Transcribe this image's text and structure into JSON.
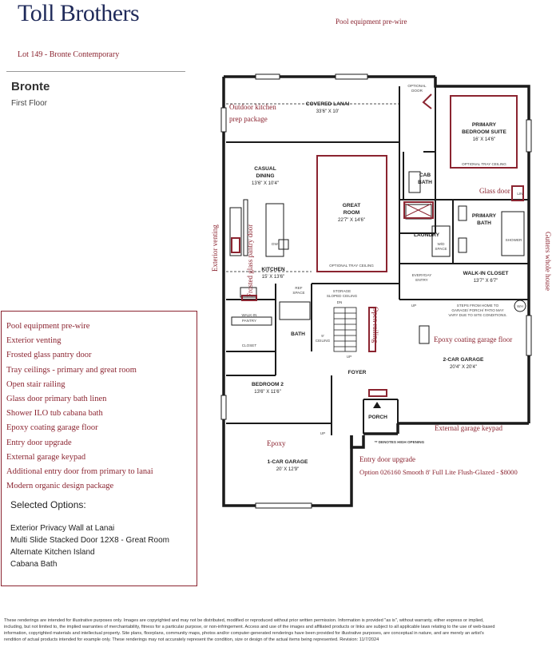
{
  "header": {
    "logo": "Toll Brothers",
    "lot": "Lot 149 - Bronte Contemporary",
    "top_note": "Pool equipment pre-wire",
    "plan_name": "Bronte",
    "floor": "First Floor"
  },
  "options_box": {
    "handwritten_items": [
      "Pool equipment pre-wire",
      "Exterior venting",
      "Frosted glass pantry door",
      "Tray ceilings - primary and great room",
      "Open stair railing",
      "Glass door primary bath linen",
      "Shower ILO tub cabana bath",
      "Epoxy coating garage floor",
      "Entry door upgrade",
      "External garage keypad",
      "Additional entry door from primary to lanai",
      "Modern organic design package"
    ],
    "selected_title": "Selected Options:",
    "selected_items": [
      "Exterior Privacy Wall at Lanai",
      "Multi Slide Stacked Door 12X8 - Great Room",
      "Alternate Kitchen Island",
      "Cabana Bath"
    ]
  },
  "rooms": {
    "covered_lanai": {
      "name": "COVERED LANAI",
      "dim": "33'6\" X 10'"
    },
    "optional_door": {
      "line1": "OPTIONAL",
      "line2": "DOOR"
    },
    "primary_suite": {
      "line1": "PRIMARY",
      "line2": "BEDROOM SUITE",
      "dim": "16' X 14'6\"",
      "ceiling": "OPTIONAL TRAY CEILING"
    },
    "casual_dining": {
      "line1": "CASUAL",
      "line2": "DINING",
      "dim": "13'6\" X 10'4\""
    },
    "great_room": {
      "line1": "GREAT",
      "line2": "ROOM",
      "dim": "22'7\" X 14'6\"",
      "ceiling": "OPTIONAL TRAY CEILING"
    },
    "cab_bath": {
      "line1": "CAB",
      "line2": "BATH"
    },
    "primary_bath": {
      "line1": "PRIMARY",
      "line2": "BATH"
    },
    "laundry": {
      "name": "LAUNDRY",
      "ws": "W/D",
      "space": "SPACE"
    },
    "shower": "SHOWER",
    "linen": "LIN",
    "kitchen": {
      "name": "KITCHEN",
      "dim": "15' X 13'6\""
    },
    "dw": "DW",
    "ref_space": {
      "line1": "REF",
      "line2": "SPACE"
    },
    "storage": {
      "line1": "STORAGE",
      "line2": "SLOPED CEILING"
    },
    "everyday_entry": {
      "line1": "EVERYDAY",
      "line2": "ENTRY"
    },
    "walkin_closet": {
      "name": "WALK-IN CLOSET",
      "dim": "13'7\" X 6'7\""
    },
    "wh": "WH",
    "steps_note": [
      "STEPS FROM HOME TO",
      "GARAGE/ PORCH/ PATIO MAY",
      "VARY DUE TO SITE CONDITIONS."
    ],
    "walkin_pantry": {
      "line1": "WALK-IN",
      "line2": "PANTRY"
    },
    "bath": "BATH",
    "closet": "CLOSET",
    "ceiling_9": {
      "line1": "9'",
      "line2": "CEILING"
    },
    "foyer": "FOYER",
    "two_car_garage": {
      "name": "2-CAR GARAGE",
      "dim": "20'4\" X 20'4\""
    },
    "bedroom2": {
      "name": "BEDROOM 2",
      "dim": "13'6\" X 11'6\""
    },
    "porch": "PORCH",
    "high_opening": "** DENOTES HIGH OPENING",
    "one_car_garage": {
      "name": "1-CAR GARAGE",
      "dim": "20' X 12'9\""
    },
    "up": "UP",
    "dn": "DN"
  },
  "plan_notes": {
    "outdoor_kitchen": [
      "Outdoor kitchen",
      "prep package"
    ],
    "glass_door": "Glass door",
    "exterior_venting": "Exterior venting",
    "frosted_pantry": "Frosted glass pantry door",
    "open_railing": "Open railing",
    "gutters": "Gutters whole house",
    "epoxy_garage": "Epoxy coating garage floor",
    "external_keypad": "External garage keypad",
    "epoxy": "Epoxy",
    "entry_door": "Entry door upgrade",
    "option_text": "Option 026160 Smooth 8' Full Lite Flush-Glazed - $8000"
  },
  "disclaimer": "These renderings are intended for illustrative purposes only. Images are copyrighted and may not be distributed, modified or reproduced without prior written permission. Information is provided \"as is\", without warranty, either express or implied, including, but not limited to, the implied warranties of merchantability, fitness for a particular purpose, or non-infringement. Access and use of the images and affiliated products or links are subject to all applicable laws relating to the use of web-based information, copyrighted materials and intellectual property. Site plans, floorplans, community maps, photos and/or computer-generated renderings have been provided for illustrative purposes, are conceptual in nature, and are merely an artist's rendition of actual products intended for example only. These renderings may not accurately represent the condition, size or design of the actual items being represented. Revision: 11/7/2024",
  "colors": {
    "brand_navy": "#1f2a5a",
    "annotation_red": "#8b2430",
    "wall": "#1a1a1a"
  }
}
